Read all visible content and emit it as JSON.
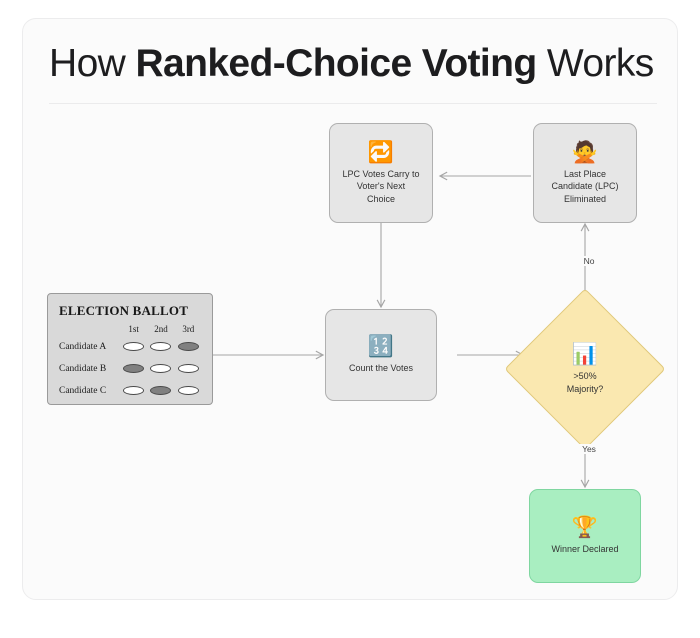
{
  "header": {
    "title_prefix": "How ",
    "title_strong": "Ranked-Choice Voting",
    "title_suffix": " Works"
  },
  "ballot": {
    "title": "ELECTION BALLOT",
    "rank_columns": [
      "1st",
      "2nd",
      "3rd"
    ],
    "rows": [
      {
        "candidate": "Candidate A",
        "marks": [
          false,
          false,
          true
        ]
      },
      {
        "candidate": "Candidate B",
        "marks": [
          true,
          false,
          false
        ]
      },
      {
        "candidate": "Candidate C",
        "marks": [
          false,
          true,
          false
        ]
      }
    ]
  },
  "nodes": {
    "count": {
      "label": "Count the Votes",
      "icon": "input-numbers-icon",
      "glyph": "🔢",
      "shape": "box",
      "color": "#e6e6e6"
    },
    "decision": {
      "label": ">50%\nMajority?",
      "icon": "bar-chart-icon",
      "glyph": "📊",
      "shape": "diamond",
      "color": "#fae8b0"
    },
    "eliminated": {
      "label": "Last Place\nCandidate (LPC)\nEliminated",
      "icon": "person-gesturing-no-icon",
      "glyph": "🙅",
      "shape": "box",
      "color": "#e6e6e6"
    },
    "carry": {
      "label": "LPC Votes Carry to\nVoter's Next\nChoice",
      "icon": "repeat-icon",
      "glyph": "🔁",
      "shape": "box",
      "color": "#e6e6e6"
    },
    "winner": {
      "label": "Winner Declared",
      "icon": "trophy-icon",
      "glyph": "🏆",
      "shape": "box",
      "color": "#a9eec1"
    }
  },
  "edges": {
    "no_label": "No",
    "yes_label": "Yes",
    "line_color": "#a6a6a6"
  }
}
